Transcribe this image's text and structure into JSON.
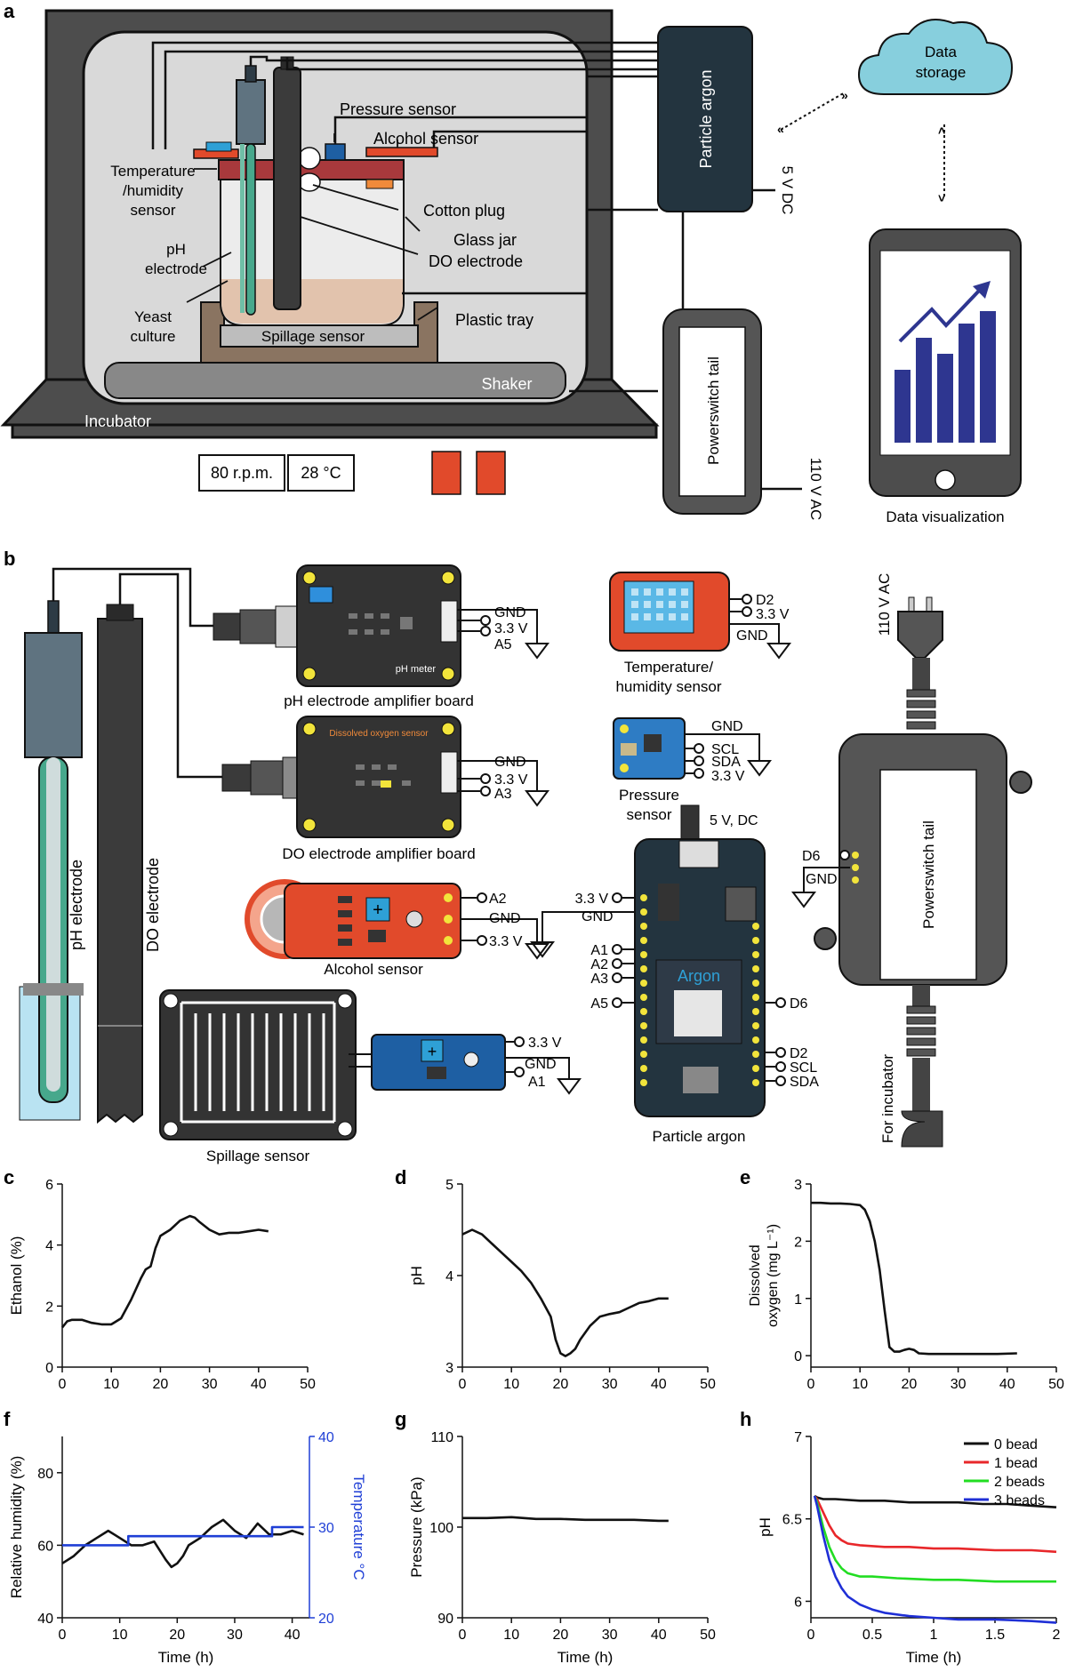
{
  "panel_letters": {
    "a": "a",
    "b": "b",
    "c": "c",
    "d": "d",
    "e": "e",
    "f": "f",
    "g": "g",
    "h": "h"
  },
  "panel_a": {
    "incubator": "Incubator",
    "shaker": "Shaker",
    "rpm": "80 r.p.m.",
    "temp": "28 °C",
    "particle": "Particle argon",
    "v5dc": "5 V DC",
    "powerswitch": "Powerswitch tail",
    "v110ac": "110 V AC",
    "cloud_line1": "Data",
    "cloud_line2": "storage",
    "phone_label": "Data visualization",
    "labels": {
      "pressure": "Pressure sensor",
      "alcohol": "Alcohol sensor",
      "temp_line1": "Temperature",
      "temp_line2": "/humidity",
      "temp_line3": "sensor",
      "cotton": "Cotton plug",
      "glass": "Glass jar",
      "do": "DO electrode",
      "ph_line1": "pH",
      "ph_line2": "electrode",
      "yeast_line1": "Yeast",
      "yeast_line2": "culture",
      "spillage": "Spillage sensor",
      "tray": "Plastic tray"
    }
  },
  "panel_b": {
    "ph_electrode": "pH electrode",
    "do_electrode": "DO electrode",
    "ph_board": "pH electrode amplifier board",
    "ph_meter": "pH meter",
    "do_board": "DO electrode amplifier board",
    "do_board_text": "Dissolved oxygen sensor",
    "alcohol": "Alcohol sensor",
    "spillage": "Spillage sensor",
    "temp_line1": "Temperature/",
    "temp_line2": "humidity sensor",
    "pressure_line1": "Pressure",
    "pressure_line2": "sensor",
    "argon_label": "Particle argon",
    "argon_chip": "Argon",
    "v5dc": "5 V, DC",
    "v110ac": "110 V AC",
    "for_incubator": "For incubator",
    "powerswitch": "Powerswitch tail",
    "pins": {
      "gnd": "GND",
      "v33": "3.3 V",
      "a5": "A5",
      "a3": "A3",
      "a2": "A2",
      "a1": "A1",
      "d2": "D2",
      "d6": "D6",
      "scl": "SCL",
      "sda": "SDA"
    }
  },
  "colors": {
    "black_line": "#111111",
    "red": "#e8272a",
    "green": "#22dd22",
    "blue": "#1f2fd6",
    "temp_axis": "#1f3fd6"
  },
  "chart_data": [
    {
      "id": "c",
      "type": "line",
      "xlabel": "",
      "ylabel": "Ethanol (%)",
      "xlim": [
        0,
        50
      ],
      "ylim": [
        0,
        6
      ],
      "xticks": [
        0,
        10,
        20,
        30,
        40,
        50
      ],
      "yticks": [
        0,
        2,
        4,
        6
      ],
      "series": [
        {
          "x": [
            0,
            1,
            2,
            4,
            6,
            8,
            10,
            12,
            14,
            16,
            17,
            18,
            19,
            20,
            21,
            22,
            24,
            26,
            27,
            28,
            30,
            32,
            34,
            36,
            38,
            40,
            42
          ],
          "y": [
            1.3,
            1.5,
            1.55,
            1.55,
            1.45,
            1.4,
            1.4,
            1.6,
            2.2,
            2.9,
            3.2,
            3.3,
            3.9,
            4.3,
            4.4,
            4.5,
            4.8,
            4.95,
            4.9,
            4.75,
            4.5,
            4.35,
            4.4,
            4.4,
            4.45,
            4.5,
            4.45
          ]
        }
      ]
    },
    {
      "id": "d",
      "type": "line",
      "xlabel": "",
      "ylabel": "pH",
      "xlim": [
        0,
        50
      ],
      "ylim": [
        3,
        5
      ],
      "xticks": [
        0,
        10,
        20,
        30,
        40,
        50
      ],
      "yticks": [
        3,
        4,
        5
      ],
      "series": [
        {
          "x": [
            0,
            2,
            4,
            6,
            8,
            10,
            12,
            14,
            16,
            18,
            19,
            20,
            21,
            22,
            23,
            24,
            26,
            28,
            30,
            32,
            34,
            36,
            38,
            40,
            42
          ],
          "y": [
            4.45,
            4.5,
            4.45,
            4.35,
            4.25,
            4.15,
            4.05,
            3.92,
            3.75,
            3.55,
            3.3,
            3.15,
            3.12,
            3.15,
            3.2,
            3.3,
            3.45,
            3.55,
            3.58,
            3.6,
            3.65,
            3.7,
            3.72,
            3.75,
            3.75
          ]
        }
      ]
    },
    {
      "id": "e",
      "type": "line",
      "xlabel": "",
      "ylabel": "Dissolved oxygen (mg L⁻¹)",
      "xlim": [
        0,
        50
      ],
      "ylim": [
        -0.2,
        3
      ],
      "xticks": [
        0,
        10,
        20,
        30,
        40,
        50
      ],
      "yticks": [
        0,
        1,
        2,
        3
      ],
      "series": [
        {
          "x": [
            0,
            2,
            4,
            6,
            8,
            10,
            11,
            12,
            13,
            14,
            15,
            16,
            17,
            18,
            19,
            20,
            21,
            22,
            24,
            26,
            30,
            34,
            38,
            42
          ],
          "y": [
            2.67,
            2.67,
            2.66,
            2.66,
            2.65,
            2.63,
            2.55,
            2.35,
            2.0,
            1.5,
            0.8,
            0.15,
            0.07,
            0.07,
            0.1,
            0.12,
            0.1,
            0.04,
            0.03,
            0.03,
            0.03,
            0.03,
            0.03,
            0.04
          ]
        }
      ]
    },
    {
      "id": "f",
      "type": "line",
      "xlabel": "Time (h)",
      "ylabel": "Relative humidity (%)",
      "y2label": "Temperature °C",
      "xlim": [
        0,
        43
      ],
      "ylim": [
        40,
        90
      ],
      "y2lim": [
        20,
        40
      ],
      "xticks": [
        0,
        10,
        20,
        30,
        40
      ],
      "yticks": [
        40,
        60,
        80
      ],
      "y2ticks": [
        20,
        30,
        40
      ],
      "series": [
        {
          "axis": "left",
          "color": "#111111",
          "x": [
            0,
            2,
            4,
            6,
            8,
            10,
            12,
            14,
            16,
            18,
            19,
            20,
            21,
            22,
            24,
            26,
            28,
            30,
            32,
            34,
            36,
            38,
            40,
            42
          ],
          "y": [
            55,
            57,
            60,
            62,
            64,
            62,
            60,
            60,
            61,
            56,
            54,
            55,
            57,
            60,
            62,
            65,
            67,
            64,
            62,
            66,
            63,
            63,
            64,
            63
          ]
        },
        {
          "axis": "right",
          "color": "#1f3fd6",
          "x": [
            0,
            11.5,
            11.5,
            36.5,
            36.5,
            42
          ],
          "y": [
            28,
            28,
            29,
            29,
            30,
            30
          ]
        }
      ]
    },
    {
      "id": "g",
      "type": "line",
      "xlabel": "Time (h)",
      "ylabel": "Pressure (kPa)",
      "xlim": [
        0,
        50
      ],
      "ylim": [
        90,
        110
      ],
      "xticks": [
        0,
        10,
        20,
        30,
        40,
        50
      ],
      "yticks": [
        90,
        100,
        110
      ],
      "series": [
        {
          "x": [
            0,
            5,
            10,
            15,
            20,
            25,
            30,
            35,
            40,
            42
          ],
          "y": [
            101,
            101,
            101.1,
            100.9,
            100.9,
            100.8,
            100.8,
            100.8,
            100.7,
            100.7
          ]
        }
      ]
    },
    {
      "id": "h",
      "type": "line",
      "xlabel": "Time (h)",
      "ylabel": "pH",
      "xlim": [
        0,
        2
      ],
      "ylim": [
        5.9,
        7
      ],
      "xticks": [
        0,
        0.5,
        1,
        1.5,
        2
      ],
      "yticks": [
        6,
        6.5,
        7
      ],
      "legend": "top-right",
      "series": [
        {
          "name": "0 bead",
          "color": "#111111",
          "x": [
            0.03,
            0.05,
            0.1,
            0.2,
            0.4,
            0.6,
            0.8,
            1.0,
            1.2,
            1.4,
            1.6,
            1.8,
            2.0
          ],
          "y": [
            6.64,
            6.63,
            6.62,
            6.62,
            6.61,
            6.61,
            6.6,
            6.6,
            6.6,
            6.59,
            6.59,
            6.58,
            6.57
          ]
        },
        {
          "name": "1 bead",
          "color": "#e8272a",
          "x": [
            0.03,
            0.05,
            0.1,
            0.15,
            0.2,
            0.25,
            0.3,
            0.4,
            0.6,
            0.8,
            1.0,
            1.2,
            1.5,
            1.8,
            2.0
          ],
          "y": [
            6.64,
            6.62,
            6.54,
            6.46,
            6.4,
            6.37,
            6.35,
            6.34,
            6.33,
            6.33,
            6.32,
            6.32,
            6.31,
            6.31,
            6.3
          ]
        },
        {
          "name": "2 beads",
          "color": "#22dd22",
          "x": [
            0.03,
            0.05,
            0.1,
            0.15,
            0.2,
            0.25,
            0.3,
            0.4,
            0.5,
            0.7,
            1.0,
            1.2,
            1.5,
            1.8,
            2.0
          ],
          "y": [
            6.64,
            6.6,
            6.45,
            6.33,
            6.25,
            6.2,
            6.17,
            6.15,
            6.15,
            6.14,
            6.13,
            6.13,
            6.12,
            6.12,
            6.12
          ]
        },
        {
          "name": "3 beads",
          "color": "#1f2fd6",
          "x": [
            0.03,
            0.05,
            0.1,
            0.15,
            0.2,
            0.25,
            0.3,
            0.4,
            0.5,
            0.6,
            0.8,
            1.0,
            1.2,
            1.5,
            1.8,
            2.0
          ],
          "y": [
            6.64,
            6.58,
            6.4,
            6.25,
            6.15,
            6.08,
            6.03,
            5.98,
            5.95,
            5.93,
            5.91,
            5.9,
            5.89,
            5.89,
            5.88,
            5.87
          ]
        }
      ]
    }
  ]
}
